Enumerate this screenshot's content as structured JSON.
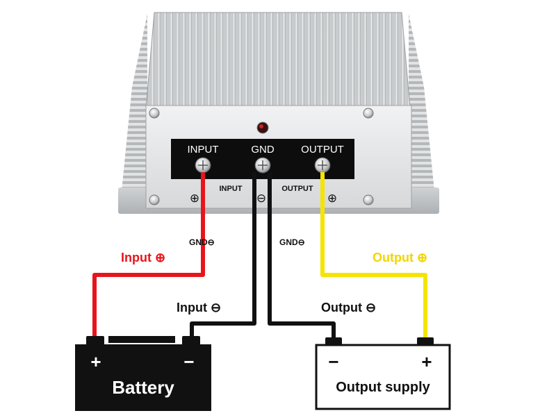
{
  "converter": {
    "panel_labels": {
      "input": "INPUT",
      "gnd": "GND",
      "output": "OUTPUT"
    },
    "sub_labels": {
      "input": "INPUT",
      "output": "OUTPUT"
    },
    "polarity": {
      "input": "⊕",
      "gnd": "⊖",
      "output": "⊕"
    }
  },
  "wires": {
    "input_positive": {
      "label": "Input ⊕",
      "color": "#e8141b"
    },
    "input_negative": {
      "label": "Input ⊖",
      "color": "#111111"
    },
    "output_positive": {
      "label": "Output ⊕",
      "color": "#f5e400"
    },
    "output_negative": {
      "label": "Output ⊖",
      "color": "#111111"
    },
    "gnd_left": {
      "label": "GND⊖"
    },
    "gnd_right": {
      "label": "GND⊖"
    }
  },
  "battery": {
    "label": "Battery",
    "plus": "+",
    "minus": "−"
  },
  "output_supply": {
    "label": "Output supply",
    "plus": "+",
    "minus": "−"
  }
}
